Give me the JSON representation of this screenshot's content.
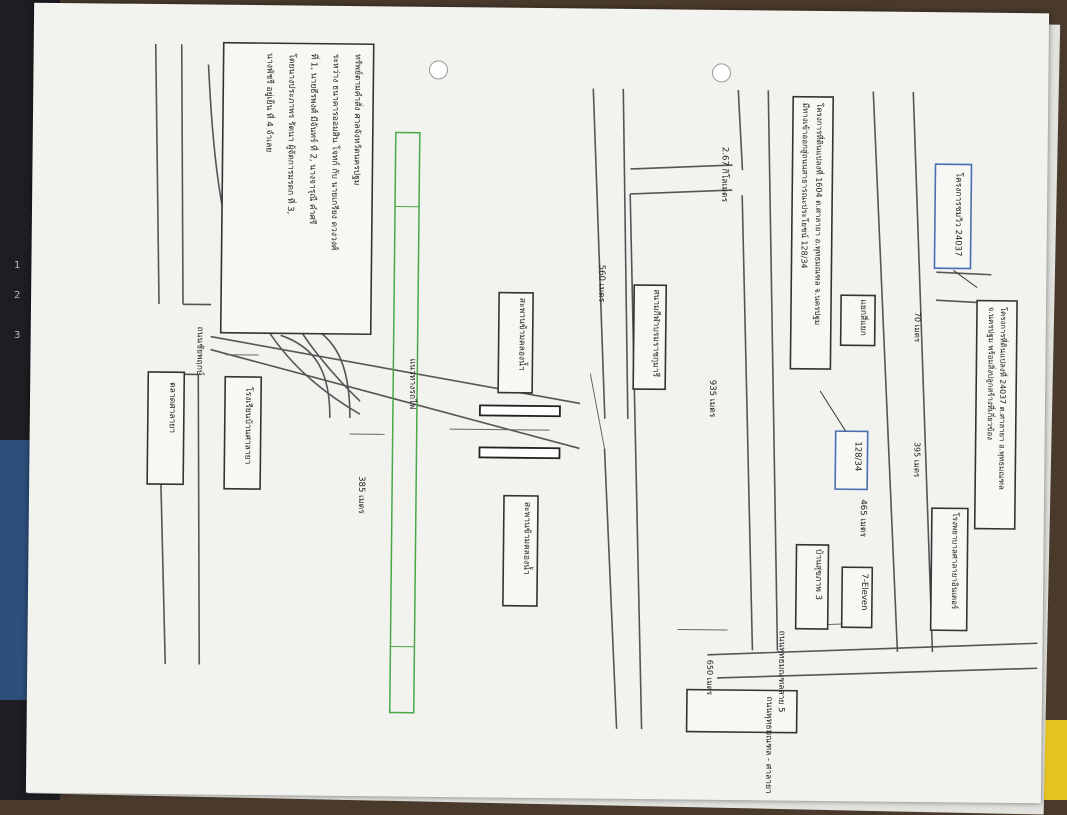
{
  "labels": {
    "property_note": [
      "ทรัพย์ตามคำสั่ง ศาลจังหวัดนครปฐม",
      "ระหว่าง ธนาคารออมสิน โจทก์ กับ นายเกรียง ดวงวงศ์",
      "ที่ 1, นายธีรพงศ์ มีจันทร์ ที่ 2, นางจารุณี คำศรี",
      "โดยนางประภาพร รัตนา ผู้จัดการมรดก ที่ 3,",
      "นางพัชรี อยู่เย็น ที่ 4 จำเลย"
    ],
    "chaiya_road": "ถนนชัยพฤกษ์",
    "market_sala": "ตลาดศาลายา",
    "school": "โรงเรียนบ้านศาลายา",
    "railway": "แนวทางรถไฟ",
    "dist_385": "385 เมตร",
    "footbridge_1": "สะพานข้ามคลองน้ำ",
    "footbridge_2": "สะพานข้ามคลองน้ำ",
    "dist_267": "2.67 กิโลเมตร",
    "dist_560": "560 เมตร",
    "sport_field": "สนามกีฬาบรมราชกุมารี",
    "dist_935": "935 เมตร",
    "road_box": [
      "โครงการที่ดินแปลงที่ 1604 ต.ศาลายา อ.พุทธมณฑล จ.นครปฐม",
      "มีทางเข้าออกสู่ถนนสาธารณะประโยชน์ 128/34"
    ],
    "junction": "แยกสี่แยก",
    "lot_12834": "128/34",
    "dist_465": "465 เมตร",
    "village_3": "บ้านสุขภาพ 3",
    "seven_eleven": "7-Eleven",
    "dist_70": "70 เมตร",
    "dist_395": "395 เมตร",
    "village_box": "โครงการชมวิว 24037",
    "project_box": [
      "โครงการที่ดินแปลงที่ 24037 ต.ศาลายา อ.พุทธมณฑล",
      "จ.นครปฐม พร้อมสิ่งปลูกสร้างที่เกี่ยวข้อง"
    ],
    "hospital": "โรงพยาบาลศาลายาอินเตอร์",
    "main_road": "ถนนพุทธมณฑลสาย 5",
    "dist_650": "650 เมตร",
    "highway_box": "ถนนพุทธมณฑล - ศาลายา"
  }
}
